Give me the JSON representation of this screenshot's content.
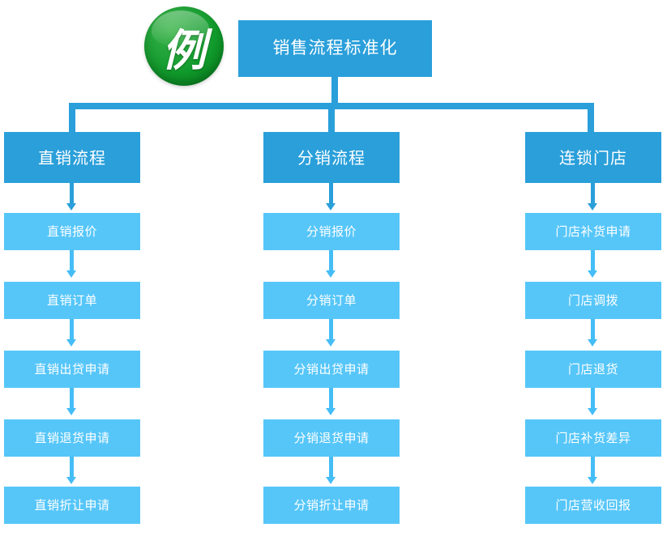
{
  "diagram": {
    "badge": {
      "label": "例",
      "color": "#1aa033"
    },
    "root": {
      "label": "销售流程标准化",
      "color": "#2a9fda"
    },
    "leaf_color": "#56c6f9",
    "connector_color": "#2a9fda",
    "arrow_color": "#45bdf6",
    "text_color": "#ffffff",
    "branches": [
      {
        "title": "直销流程",
        "steps": [
          "直销报价",
          "直销订单",
          "直销出贷申请",
          "直销退货申请",
          "直销折让申请"
        ]
      },
      {
        "title": "分销流程",
        "steps": [
          "分销报价",
          "分销订单",
          "分销出贷申请",
          "分销退货申请",
          "分销折让申请"
        ]
      },
      {
        "title": "连锁门店",
        "steps": [
          "门店补货申请",
          "门店调拨",
          "门店退货",
          "门店补货差异",
          "门店营收回报"
        ]
      }
    ]
  }
}
